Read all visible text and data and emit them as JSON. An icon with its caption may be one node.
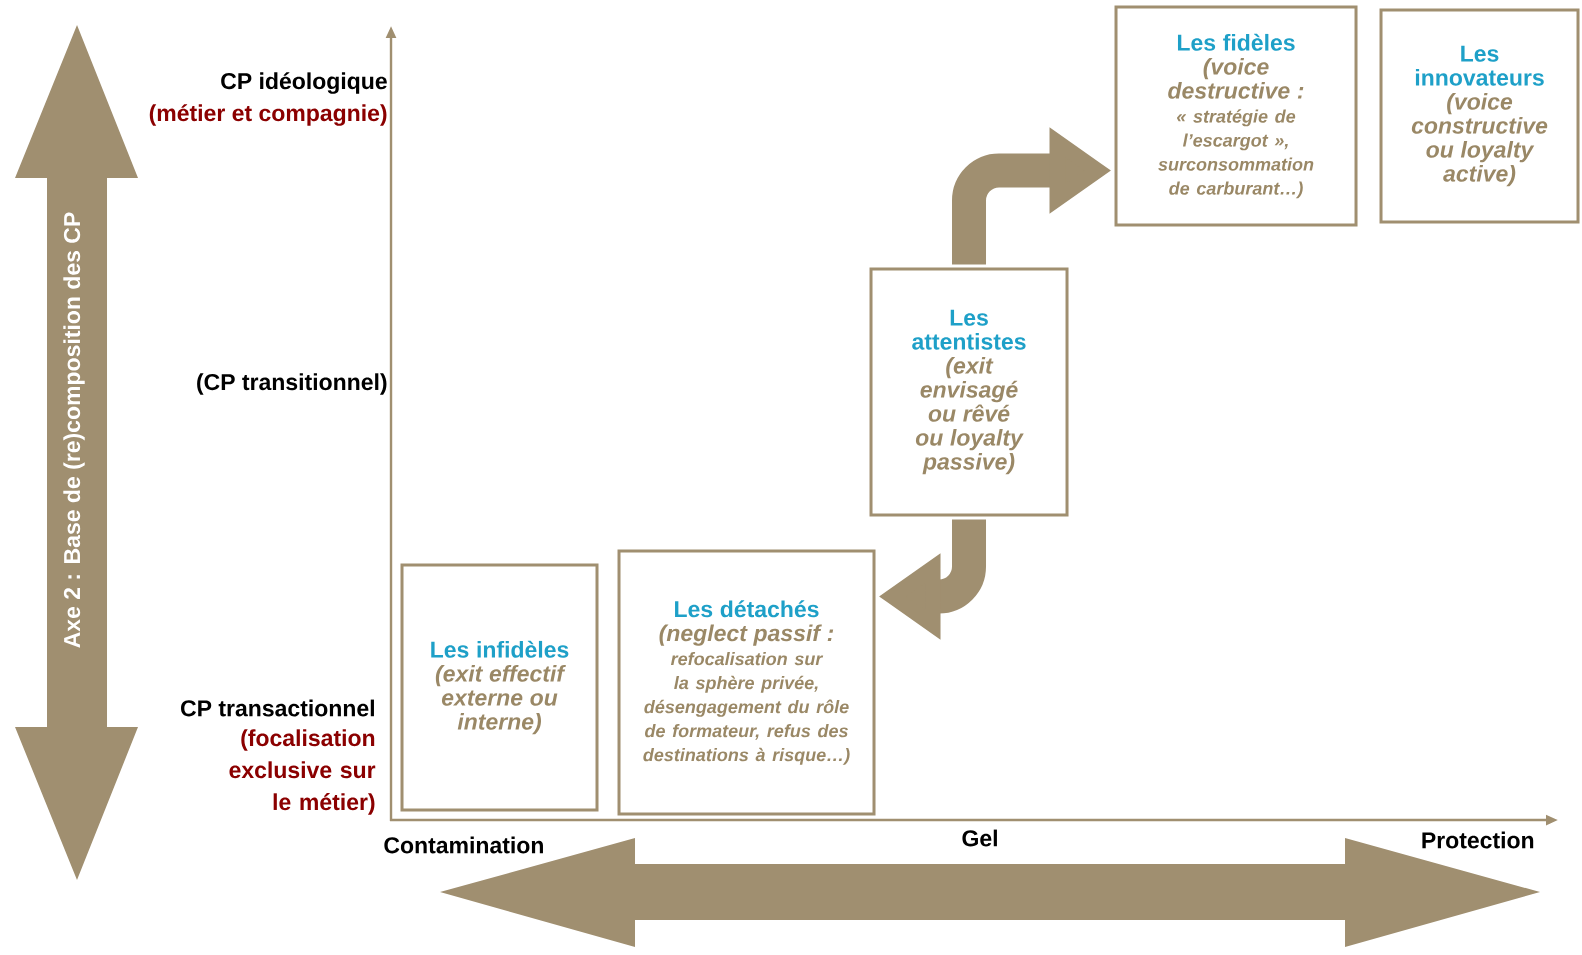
{
  "diagram": {
    "nodes": [
      {
        "text": [
          "Les infidèles",
          "(exit effectif externe ou interne)"
        ]
      },
      {
        "text": [
          "Les détachés",
          "(neglect passif :",
          "refocalisation sur la sphère privée, désengagement du rôle de formateur, refus des destinations à risque…)"
        ]
      },
      {
        "text": [
          "Les attentistes",
          "(exit envisagé ou rêvé ou loyalty passive)"
        ]
      },
      {
        "text": [
          "Les fidèles",
          "(voice destructive :",
          "« stratégie de l’escargot », surconsommation de carburant…)"
        ]
      },
      {
        "text": [
          "Les innovateurs",
          "(voice constructive ou loyalty active)"
        ]
      }
    ],
    "edges": [
      {
        "from": 2,
        "to": 3,
        "arrow": "to"
      },
      {
        "from": 2,
        "to": 1,
        "arrow": "to"
      }
    ],
    "labels": [
      "CP idéologique",
      "(métier et compagnie)",
      "(CP transitionnel)",
      "CP transactionnel",
      "(focalisation exclusive sur le métier)",
      "Axe 2 : Base de (re)composition des CP",
      "Contamination",
      "Gel",
      "Protection"
    ]
  }
}
